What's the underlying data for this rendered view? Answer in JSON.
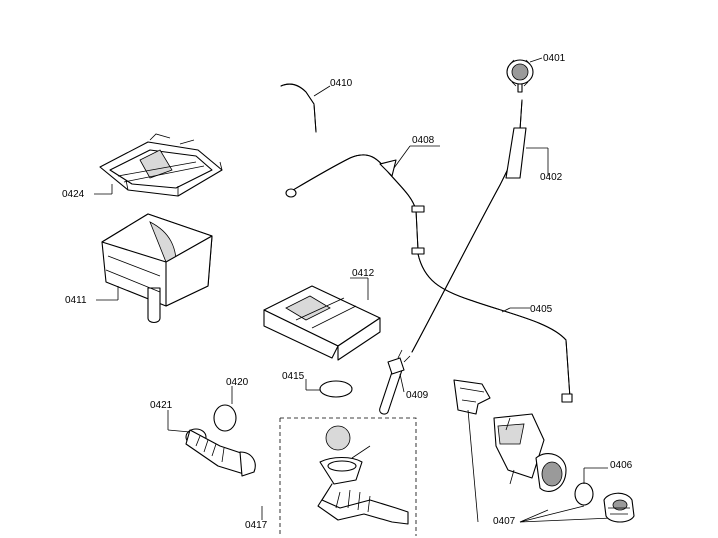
{
  "parts": {
    "p0401": "0401",
    "p0402": "0402",
    "p0405": "0405",
    "p0406": "0406",
    "p0407": "0407",
    "p0408": "0408",
    "p0409": "0409",
    "p0410": "0410",
    "p0411": "0411",
    "p0412": "0412",
    "p0415": "0415",
    "p0417": "0417",
    "p0420": "0420",
    "p0421": "0421",
    "p0424": "0424"
  }
}
